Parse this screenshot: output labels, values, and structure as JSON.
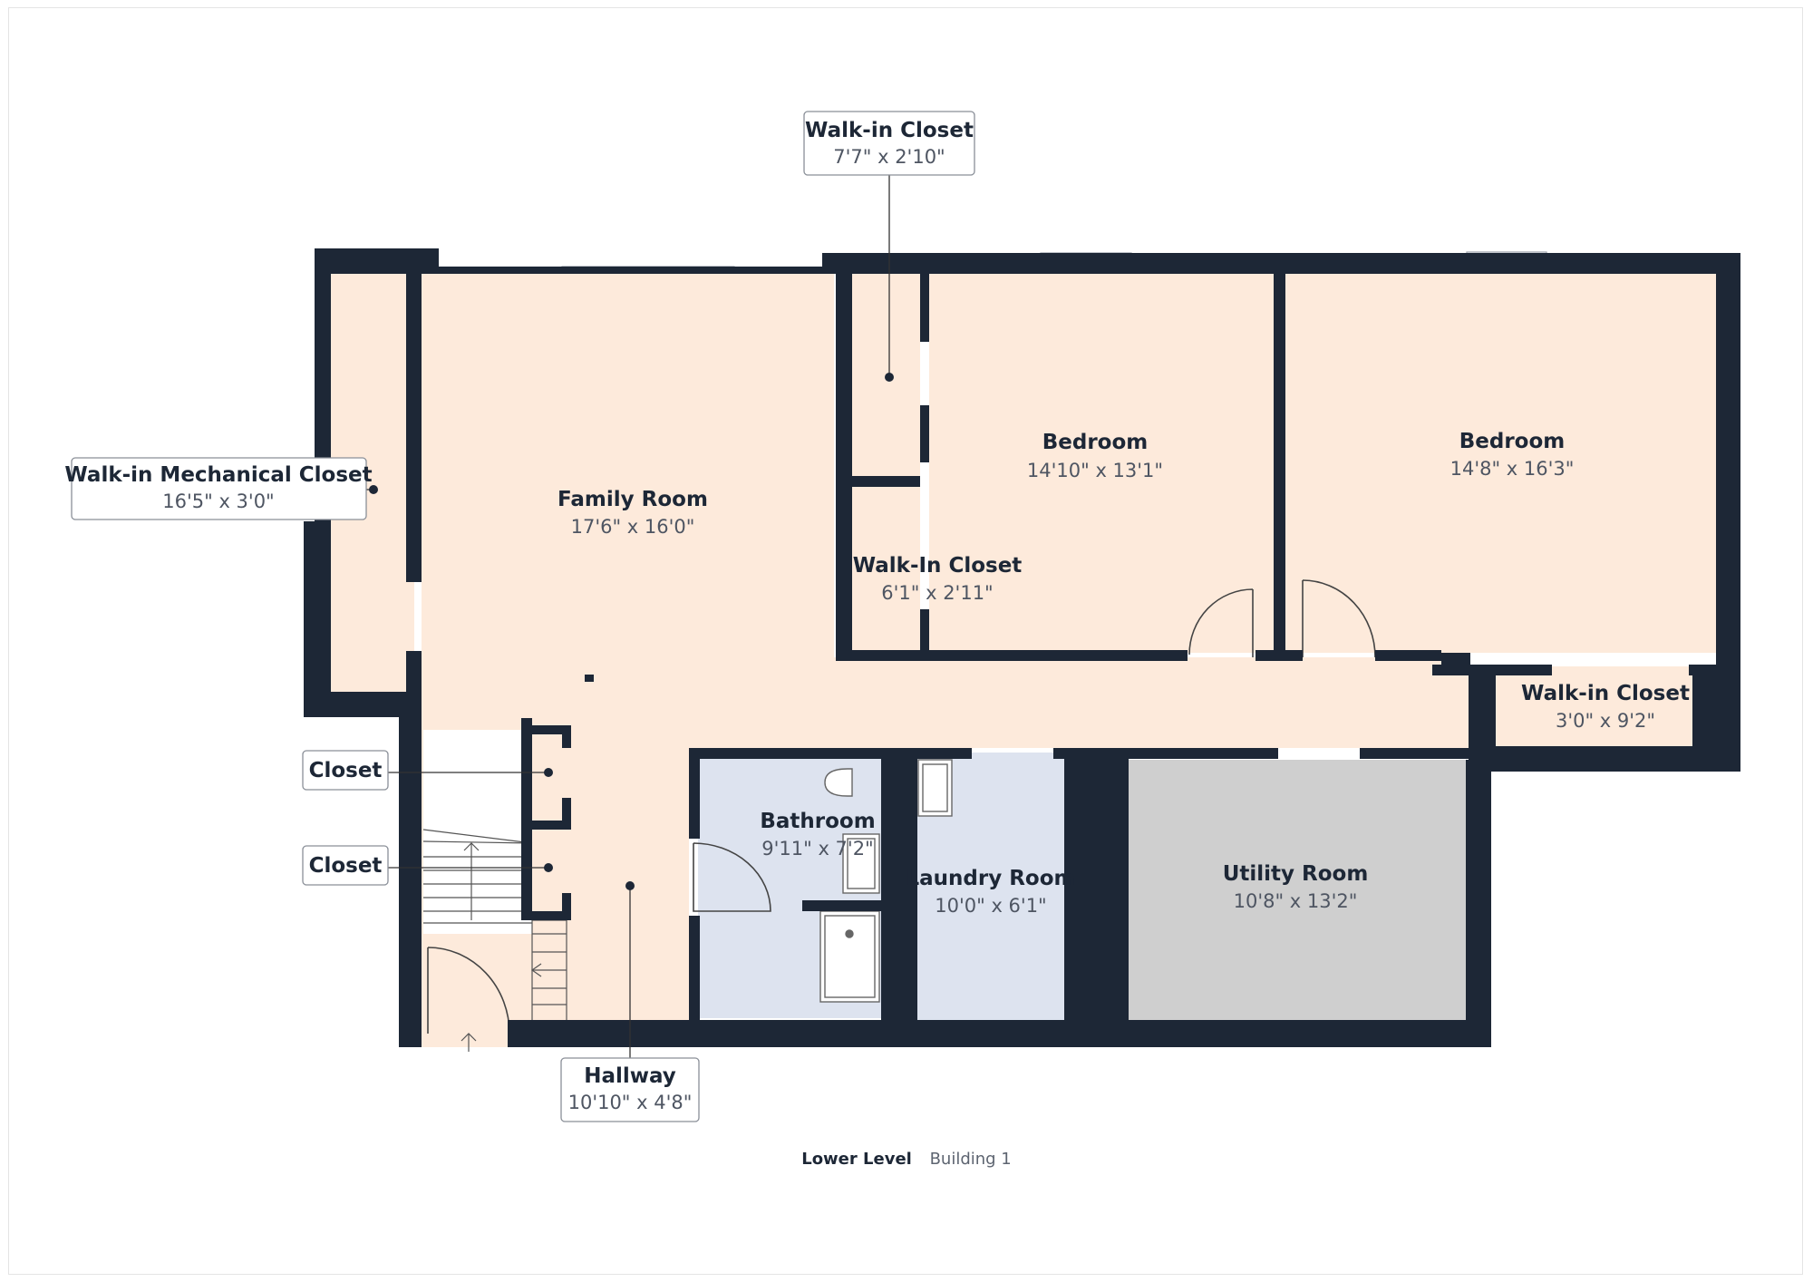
{
  "colors": {
    "wall": "#1d2736",
    "living": "#fdeadb",
    "bath": "#dde3ef",
    "utility": "#cfcfcf",
    "callout_border": "#8a8f98"
  },
  "rooms": {
    "family_room": {
      "name": "Family Room",
      "dim": "17'6\" x 16'0\""
    },
    "bedroom_1": {
      "name": "Bedroom",
      "dim": "14'10\" x 13'1\""
    },
    "bedroom_2": {
      "name": "Bedroom",
      "dim": "14'8\" x 16'3\""
    },
    "walkin_closet_mid": {
      "name": "Walk-In Closet",
      "dim": "6'1\" x 2'11\""
    },
    "walkin_closet_right": {
      "name": "Walk-in Closet",
      "dim": "3'0\" x 9'2\""
    },
    "bathroom": {
      "name": "Bathroom",
      "dim": "9'11\" x 7'2\""
    },
    "laundry_room": {
      "name": "Laundry Room",
      "dim": "10'0\" x 6'1\""
    },
    "utility_room": {
      "name": "Utility Room",
      "dim": "10'8\" x 13'2\""
    }
  },
  "callouts": {
    "walkin_closet_top": {
      "name": "Walk-in Closet",
      "dim": "7'7\" x 2'10\""
    },
    "mechanical_closet": {
      "name": "Walk-in Mechanical Closet",
      "dim": "16'5\" x 3'0\""
    },
    "closet_1": {
      "name": "Closet"
    },
    "closet_2": {
      "name": "Closet"
    },
    "hallway": {
      "name": "Hallway",
      "dim": "10'10\" x 4'8\""
    }
  },
  "footer": {
    "level": "Lower Level",
    "building": "Building 1"
  }
}
